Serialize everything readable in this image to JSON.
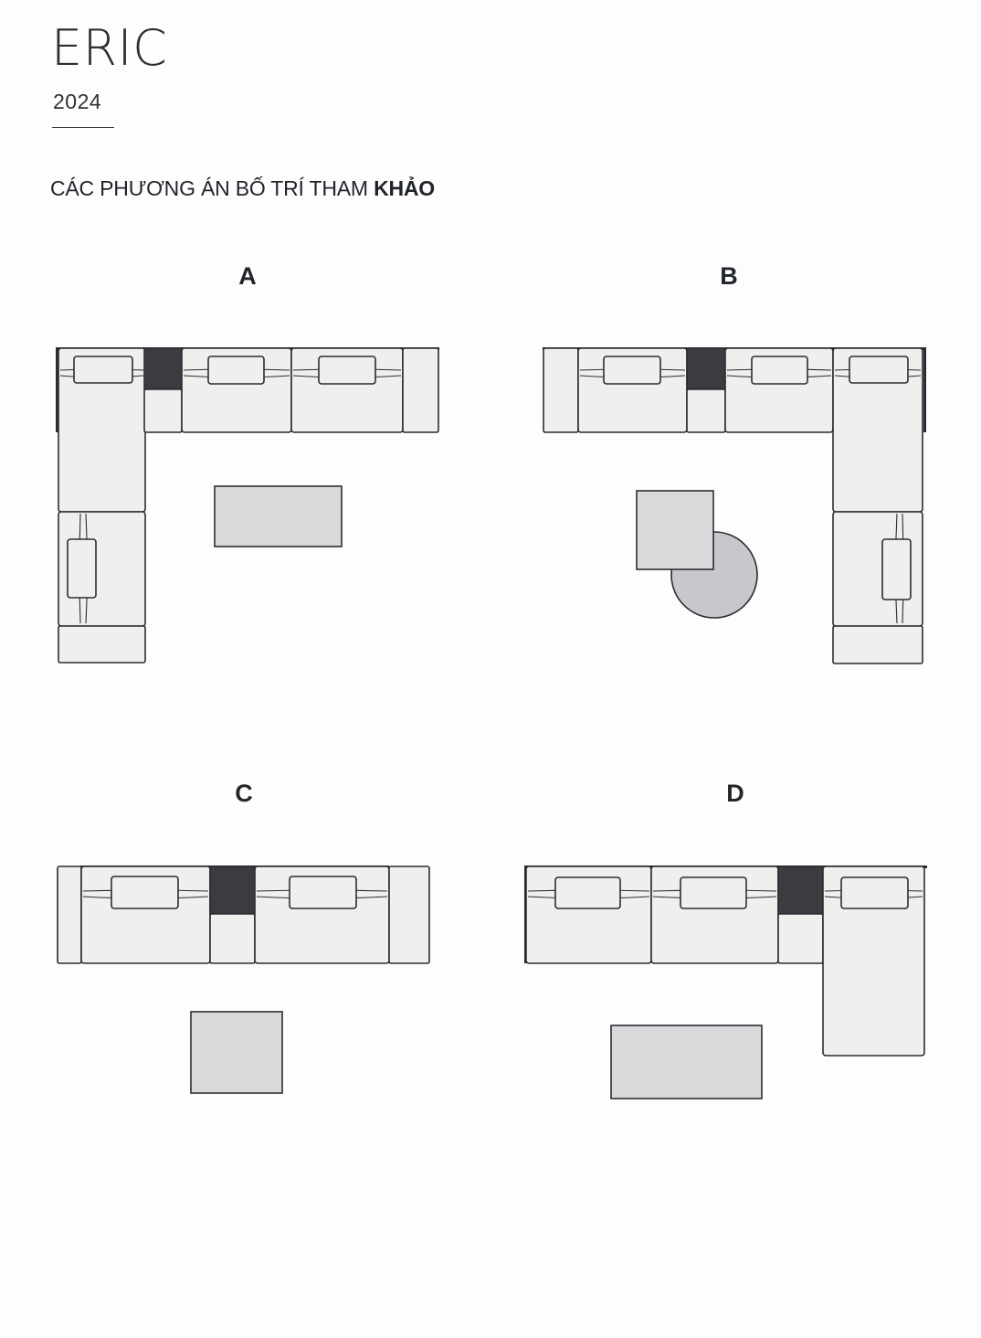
{
  "header": {
    "brand": "ERIC",
    "year": "2024",
    "subtitle_regular": "CÁC PHƯƠNG ÁN BỐ TRÍ THAM ",
    "subtitle_bold": "KHẢO"
  },
  "layouts": [
    {
      "label": "A"
    },
    {
      "label": "B"
    },
    {
      "label": "C"
    },
    {
      "label": "D"
    }
  ],
  "colors": {
    "background": "#fdfdfd",
    "sofa_fill": "#efefed",
    "outline": "#2a2d33",
    "console_dark": "#3a3c40",
    "table_fill": "#d9d9dc",
    "round_table_fill": "#c8c8cc",
    "text": "#23272d"
  }
}
